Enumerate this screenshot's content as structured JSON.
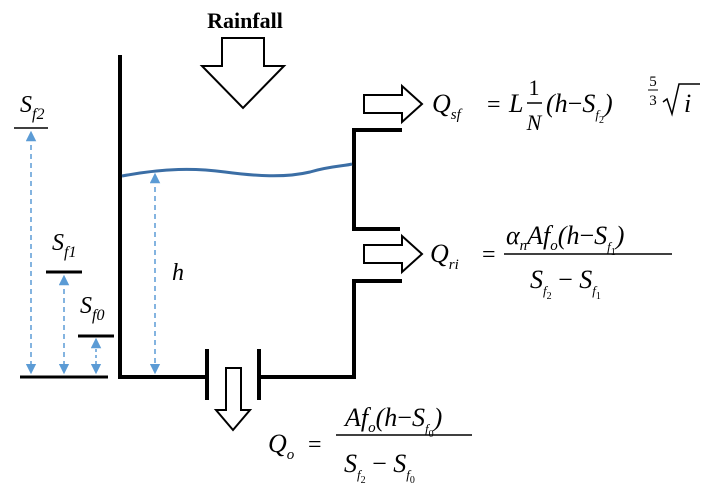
{
  "title": "Rainfall",
  "water_depth": {
    "symbol": "h"
  },
  "thresholds": [
    {
      "base": "S",
      "sub": "f2"
    },
    {
      "base": "S",
      "sub": "f1"
    },
    {
      "base": "S",
      "sub": "f0"
    }
  ],
  "outflows": {
    "surface": {
      "symbol": "Q",
      "sub": "sf",
      "formula_coef": "L",
      "one": "1",
      "denominator": "N",
      "h": "h",
      "minus": "−",
      "exp_num": "5",
      "exp_den": "3",
      "radicand": "i"
    },
    "intermediate": {
      "symbol": "Q",
      "sub": "ri",
      "alpha": "α",
      "alpha_sub": "n",
      "A": "A",
      "f": "f",
      "f_sub": "o",
      "h": "h"
    },
    "bottom": {
      "symbol": "Q",
      "sub": "o",
      "A": "A",
      "f": "f",
      "f_sub": "o",
      "h": "h"
    }
  },
  "colors": {
    "tank": "#000000",
    "water": "#3b6ea5",
    "dashed_arrow": "#5b9bd5"
  }
}
